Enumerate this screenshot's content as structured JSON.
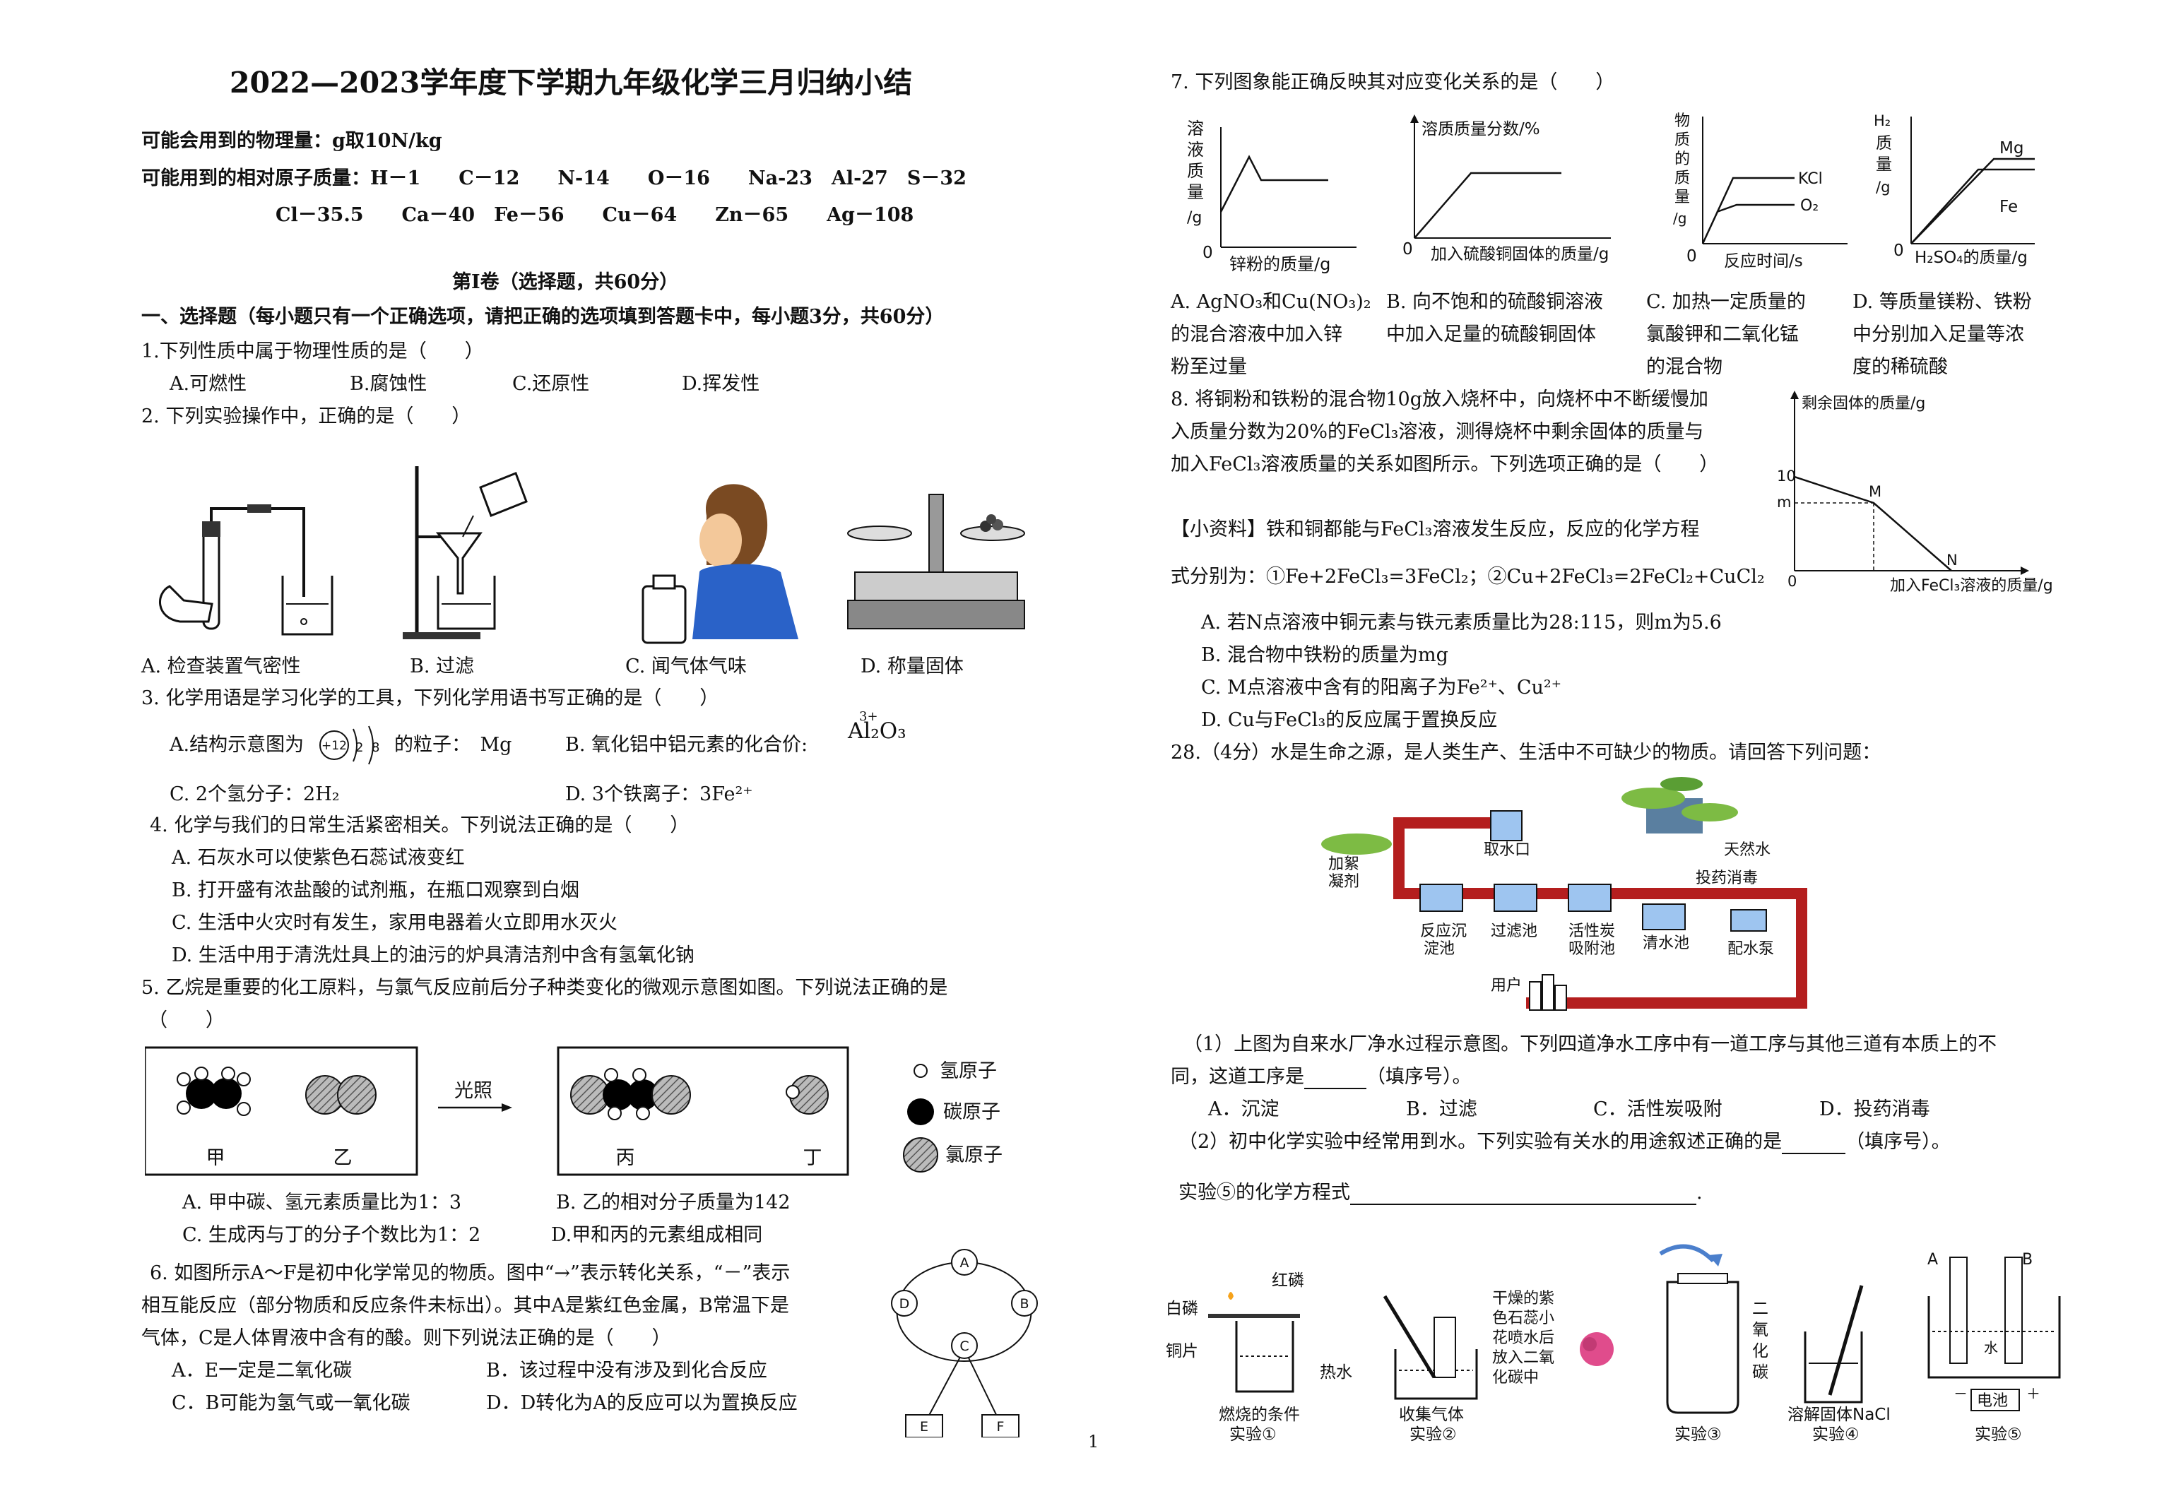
{
  "header": {
    "title": "2022—2023学年度下学期九年级化学三月归纳小结",
    "physics": "可能会用到的物理量：g取10N/kg",
    "atomic1": "可能用到的相对原子质量：H－1　　C－12　　N-14　　O－16　　Na-23　Al-27　S－32",
    "atomic2": "Cl－35.5　　Ca－40　Fe－56　　Cu－64　　Zn－65　　Ag－108",
    "section": "第Ⅰ卷（选择题，共60分）",
    "part1": "一、选择题（每小题只有一个正确选项，请把正确的选项填到答题卡中，每小题3分，共60分）"
  },
  "q1": {
    "stem": "1.下列性质中属于物理性质的是（　　）",
    "a": "A.可燃性",
    "b": "B.腐蚀性",
    "c": "C.还原性",
    "d": "D.挥发性"
  },
  "q2": {
    "stem": "2. 下列实验操作中，正确的是（　　）",
    "a": "A. 检查装置气密性",
    "b": "B. 过滤",
    "c": "C. 闻气体气味",
    "d": "D. 称量固体"
  },
  "q3": {
    "stem": "3. 化学用语是学习化学的工具，下列化学用语书写正确的是（　　）",
    "a": "A.结构示意图为",
    "a_tail": "的粒子：　Mg",
    "nucleus": "+12",
    "shell1": "2",
    "shell2": "8",
    "b": "B. 氧化铝中铝元素的化合价:",
    "b_formula": "Al₂O₃",
    "b_charge": "3+",
    "c": "C. 2个氢分子：2H₂",
    "d": "D. 3个铁离子：3Fe²⁺"
  },
  "q4": {
    "stem": "4. 化学与我们的日常生活紧密相关。下列说法正确的是（　　）",
    "a": "A. 石灰水可以使紫色石蕊试液变红",
    "b": "B. 打开盛有浓盐酸的试剂瓶，在瓶口观察到白烟",
    "c": "C. 生活中火灾时有发生，家用电器着火立即用水灭火",
    "d": "D. 生活中用于清洗灶具上的油污的炉具清洁剂中含有氢氧化钠"
  },
  "q5": {
    "stem": "5. 乙烷是重要的化工原料，与氯气反应前后分子种类变化的微观示意图如图。下列说法正确的是",
    "paren": "（　　）",
    "label_jia": "甲",
    "label_yi": "乙",
    "label_bing": "丙",
    "label_ding": "丁",
    "arrow_label": "光照",
    "legend_h": "氢原子",
    "legend_c": "碳原子",
    "legend_cl": "氯原子",
    "a": "A. 甲中碳、氢元素质量比为1：3",
    "b": "B. 乙的相对分子质量为142",
    "c": "C. 生成丙与丁的分子个数比为1：2",
    "d": "D.甲和丙的元素组成相同"
  },
  "q6": {
    "line1": "6. 如图所示A～F是初中化学常见的物质。图中“→”表示转化关系，“－”表示",
    "line2": "相互能反应（部分物质和反应条件未标出）。其中A是紫红色金属，B常温下是",
    "line3": "气体，C是人体胃液中含有的酸。则下列说法正确的是（　　）",
    "a": "A．E一定是二氧化碳",
    "b": "B．该过程中没有涉及到化合反应",
    "c": "C．B可能为氢气或一氧化碳",
    "d": "D．D转化为A的反应可以为置换反应",
    "nodes": {
      "A": "A",
      "B": "B",
      "C": "C",
      "D": "D",
      "E": "E",
      "F": "F"
    }
  },
  "page_number": "1",
  "q7": {
    "stem": "7. 下列图象能正确反映其对应变化关系的是（　　）",
    "g1_ylabel": [
      "溶",
      "液",
      "质",
      "量",
      "/g"
    ],
    "g1_xlabel": "锌粉的质量/g",
    "g1_origin": "0",
    "g2_ylabel": "溶质质量分数/%",
    "g2_xlabel": "加入硫酸铜固体的质量/g",
    "g2_origin": "0",
    "g3_ylabel": [
      "物",
      "质",
      "的",
      "质",
      "量",
      "/g"
    ],
    "g3_xlabel": "反应时间/s",
    "g3_origin": "0",
    "g3_s1": "KCl",
    "g3_s2": "O₂",
    "g4_ylabel": [
      "H₂",
      "质",
      "量",
      "/g"
    ],
    "g4_xlabel": "H₂SO₄的质量/g",
    "g4_origin": "0",
    "g4_s1": "Mg",
    "g4_s2": "Fe",
    "a": [
      "A. AgNO₃和Cu(NO₃)₂",
      "的混合溶液中加入锌",
      "粉至过量"
    ],
    "b": [
      "B. 向不饱和的硫酸铜溶液",
      "中加入足量的硫酸铜固体"
    ],
    "c": [
      "C. 加热一定质量的",
      "氯酸钾和二氧化锰",
      "的混合物"
    ],
    "d": [
      "D. 等质量镁粉、铁粉",
      "中分别加入足量等浓",
      "度的稀硫酸"
    ]
  },
  "q8": {
    "line1": "8. 将铜粉和铁粉的混合物10g放入烧杯中，向烧杯中不断缓慢加",
    "line2": "入质量分数为20%的FeCl₃溶液，测得烧杯中剩余固体的质量与",
    "line3": "加入FeCl₃溶液质量的关系如图所示。下列选项正确的是（　　）",
    "info1": "【小资料】铁和铜都能与FeCl₃溶液发生反应，反应的化学方程",
    "info2": "式分别为：①Fe+2FeCl₃=3FeCl₂；②Cu+2FeCl₃=2FeCl₂+CuCl₂",
    "a": "A. 若N点溶液中铜元素与铁元素质量比为28:115，则m为5.6",
    "b": "B. 混合物中铁粉的质量为mg",
    "c": "C. M点溶液中含有的阳离子为Fe²⁺、Cu²⁺",
    "d": "D. Cu与FeCl₃的反应属于置换反应",
    "ylabel": "剩余固体的质量/g",
    "xlabel": "加入FeCl₃溶液的质量/g",
    "y10": "10",
    "ym": "m",
    "origin": "0",
    "pM": "M",
    "pN": "N"
  },
  "chart_data": {
    "type": "line",
    "title": "",
    "xlabel": "加入FeCl₃溶液的质量/g",
    "ylabel": "剩余固体的质量/g",
    "y_ticks": [
      "10",
      "m"
    ],
    "points": [
      {
        "label": "",
        "y": "10"
      },
      {
        "label": "M",
        "y": "m"
      },
      {
        "label": "N",
        "y": "0"
      }
    ]
  },
  "q28": {
    "stem": "28.（4分）水是生命之源，是人类生产、生活中不可缺少的物质。请回答下列问题：",
    "flow": {
      "intake": "取水口",
      "natural": "天然水",
      "coag1": "加絮",
      "coag2": "凝剂",
      "disinfect": "投药消毒",
      "settle1": "反应沉",
      "settle2": "淀池",
      "filter": "过滤池",
      "carbon1": "活性炭",
      "carbon2": "吸附池",
      "clear": "清水池",
      "pump": "配水泵",
      "user": "用户"
    },
    "p1_line1": "（1）上图为自来水厂净水过程示意图。下列四道净水工序中有一道工序与其他三道有本质上的不",
    "p1_line2a": "同，这道工序是",
    "p1_line2b": "（填序号）。",
    "p1_a": "A．沉淀",
    "p1_b": "B．过滤",
    "p1_c": "C．活性炭吸附",
    "p1_d": "D．投药消毒",
    "p2a": "（2）初中化学实验中经常用到水。下列实验有关水的用途叙述正确的是",
    "p2b": "（填序号）。",
    "p3a": "实验⑤的化学方程式",
    "p3b": ".",
    "exp1": {
      "white_p": "白磷",
      "red_p": "红磷",
      "cu": "铜片",
      "hot": "热水",
      "cap1": "燃烧的条件",
      "cap2": "实验①"
    },
    "exp2": {
      "cap1": "收集气体",
      "cap2": "实验②"
    },
    "exp_flower": [
      "干燥的紫",
      "色石蕊小",
      "花喷水后",
      "放入二氧",
      "化碳中"
    ],
    "exp3": {
      "co2": [
        "二",
        "氧",
        "化",
        "碳"
      ],
      "cap": "实验③"
    },
    "exp4": {
      "cap1": "溶解固体NaCl",
      "cap2": "实验④"
    },
    "exp5": {
      "a": "A",
      "b": "B",
      "minus": "－",
      "plus": "＋",
      "battery": "电池",
      "cap": "实验⑤",
      "water": "水"
    }
  },
  "colors": {
    "pipe": "#b41e1e",
    "tank": "#9ec5f0",
    "plant": "#7dbb44",
    "skin": "#f3c89a",
    "shirt": "#2a62c8",
    "flower": "#e04c8c"
  }
}
